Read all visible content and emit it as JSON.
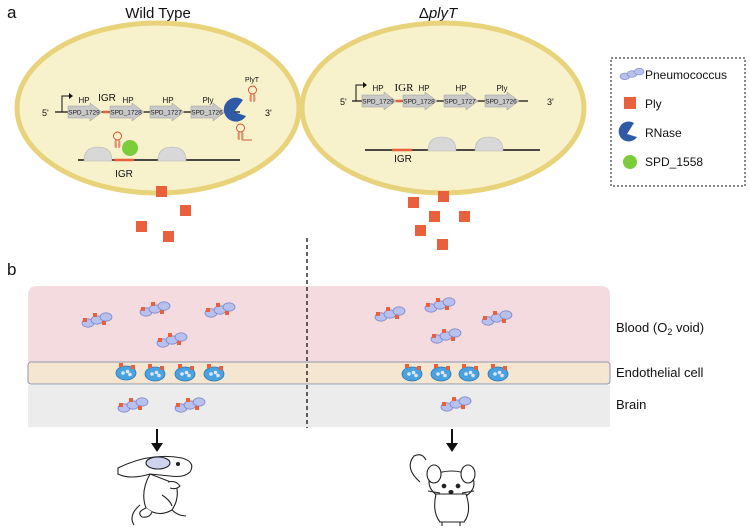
{
  "panel_a": {
    "letter": "a",
    "wild_type": {
      "title": "Wild Type",
      "five_prime": "5'",
      "three_prime": "3'",
      "gene_labels": [
        "HP",
        "IGR",
        "HP",
        "HP",
        "Ply",
        "PlyT"
      ],
      "gene_ids": [
        "SPD_1729",
        "SPD_1728",
        "SPD_1727",
        "SPD_1726"
      ],
      "igr_label": "IGR"
    },
    "mutant": {
      "title_prefix": "Δ",
      "title_italic": "plyT",
      "five_prime": "5'",
      "three_prime": "3'",
      "gene_labels": [
        "HP",
        "IGR",
        "HP",
        "HP",
        "Ply"
      ],
      "gene_ids": [
        "SPD_1729",
        "SPD_1728",
        "SPD_1727",
        "SPD_1726"
      ],
      "igr_label": "IGR"
    }
  },
  "legend": {
    "items": [
      {
        "icon": "pneumococcus-icon",
        "label": "Pneumococcus"
      },
      {
        "icon": "ply-square-icon",
        "label": "Ply"
      },
      {
        "icon": "rnase-icon",
        "label": "RNase"
      },
      {
        "icon": "spd1558-circle-icon",
        "label": "SPD_1558"
      }
    ]
  },
  "panel_b": {
    "letter": "b",
    "layers": {
      "blood_prefix": "Blood (O",
      "blood_sub": "2",
      "blood_suffix": " void)",
      "endothelial": "Endothelial cell",
      "brain": "Brain"
    }
  },
  "colors": {
    "cell_fill": "#f7f1cc",
    "cell_border": "#e8d27a",
    "ply": "#e8603c",
    "rnase": "#2f5aa6",
    "spd1558": "#7dcc3c",
    "pneumococcus": "#b8c0ee",
    "blood": "#f3dbe0",
    "endothelial": "#f5e6d1",
    "brain": "#ececec"
  }
}
